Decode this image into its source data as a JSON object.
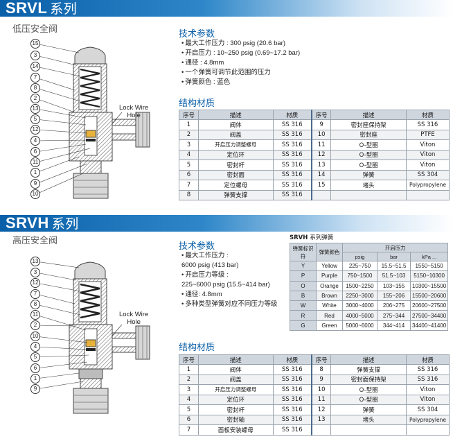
{
  "srvl": {
    "title": "SRVL",
    "title_suffix": "系列",
    "subtitle": "低压安全阀",
    "callouts": [
      "15",
      "3",
      "14",
      "7",
      "8",
      "2",
      "13",
      "5",
      "12",
      "4",
      "6",
      "11",
      "1",
      "9",
      "10"
    ],
    "hole_label": [
      "Lock Wire",
      "Hole"
    ],
    "tech_heading": "技术参数",
    "tech_items": [
      "最大工作压力 : 300 psig (20.6 bar)",
      "开启压力 : 10~250 psig (0.69~17.2 bar)",
      "通径 : 4.8mm",
      "一个弹簧可调节此范围的压力",
      "弹簧颜色 : 蓝色"
    ],
    "parts_heading": "结构材质",
    "table_headers": [
      "序号",
      "描述",
      "材质",
      "序号",
      "描述",
      "材质"
    ],
    "rows": [
      [
        "1",
        "阀体",
        "SS 316",
        "9",
        "密封座保持架",
        "SS 316"
      ],
      [
        "2",
        "阀盖",
        "SS 316",
        "10",
        "密封座",
        "PTFE"
      ],
      [
        "3",
        "开启压力调整螺母",
        "SS 316",
        "11",
        "O-型圈",
        "Viton"
      ],
      [
        "4",
        "定位环",
        "SS 316",
        "12",
        "O-型圈",
        "Viton"
      ],
      [
        "5",
        "密封杆",
        "SS 316",
        "13",
        "O-型圈",
        "Viton"
      ],
      [
        "6",
        "密封面",
        "SS 316",
        "14",
        "弹簧",
        "SS 304"
      ],
      [
        "7",
        "定位螺母",
        "SS 316",
        "15",
        "堵头",
        "Polypropylene"
      ],
      [
        "8",
        "弹簧支撑",
        "SS 316",
        "",
        "",
        ""
      ]
    ]
  },
  "srvh": {
    "title": "SRVH",
    "title_suffix": "系列",
    "subtitle": "高压安全阀",
    "callouts": [
      "13",
      "3",
      "12",
      "7",
      "8",
      "11",
      "2",
      "10",
      "4",
      "5",
      "6",
      "1",
      "9"
    ],
    "hole_label": [
      "Lock Wire",
      "Hole"
    ],
    "tech_heading": "技术参数",
    "tech_items": [
      {
        "text": "最大工作压力 :",
        "bullet": true
      },
      {
        "text": "6000 psig (413 bar)",
        "bullet": false
      },
      {
        "text": "开启压力等级 :",
        "bullet": true
      },
      {
        "text": "225~6000 psig (15.5~414 bar)",
        "bullet": false
      },
      {
        "text": "通径: 4.8mm",
        "bullet": true
      },
      {
        "text": "多种类型弹簧对应不同压力等级",
        "bullet": true
      }
    ],
    "spring_title": "SRVH",
    "spring_title_suffix": "系列弹簧",
    "spring_headers": {
      "code": "弹簧标识符",
      "color": "弹簧颜色",
      "range": "开启压力",
      "psig": "psig",
      "bar": "bar",
      "kpa": "kPa ..."
    },
    "springs": [
      [
        "Y",
        "Yellow",
        "225~750",
        "15.5~51.5",
        "1550~5150"
      ],
      [
        "P",
        "Purple",
        "750~1500",
        "51.5~103",
        "5150~10300"
      ],
      [
        "O",
        "Orange",
        "1500~2250",
        "103~155",
        "10300~15500"
      ],
      [
        "B",
        "Brown",
        "2250~3000",
        "155~206",
        "15500~20600"
      ],
      [
        "W",
        "White",
        "3000~4000",
        "206~275",
        "20600~27500"
      ],
      [
        "R",
        "Red",
        "4000~5000",
        "275~344",
        "27500~34400"
      ],
      [
        "G",
        "Green",
        "5000~6000",
        "344~414",
        "34400~41400"
      ]
    ],
    "parts_heading": "结构材质",
    "table_headers": [
      "序号",
      "描述",
      "材质",
      "序号",
      "描述",
      "材质"
    ],
    "rows": [
      [
        "1",
        "阀体",
        "SS 316",
        "8",
        "弹簧支撑",
        "SS 316"
      ],
      [
        "2",
        "阀盖",
        "SS 316",
        "9",
        "密封面保持架",
        "SS 316"
      ],
      [
        "3",
        "开启压力调整螺母",
        "SS 316",
        "10",
        "O-型圈",
        "Viton"
      ],
      [
        "4",
        "定位环",
        "SS 316",
        "11",
        "O-型圈",
        "Viton"
      ],
      [
        "5",
        "密封杆",
        "SS 316",
        "12",
        "弹簧",
        "SS 304"
      ],
      [
        "6",
        "密封轴",
        "SS 316",
        "13",
        "堵头",
        "Polypropylene"
      ],
      [
        "7",
        "面板安装螺母",
        "SS 316",
        "",
        "",
        ""
      ]
    ]
  },
  "colors": {
    "banner": "#0a5fa8",
    "heading": "#0a5fa8",
    "table_header": "#cfd6de"
  }
}
